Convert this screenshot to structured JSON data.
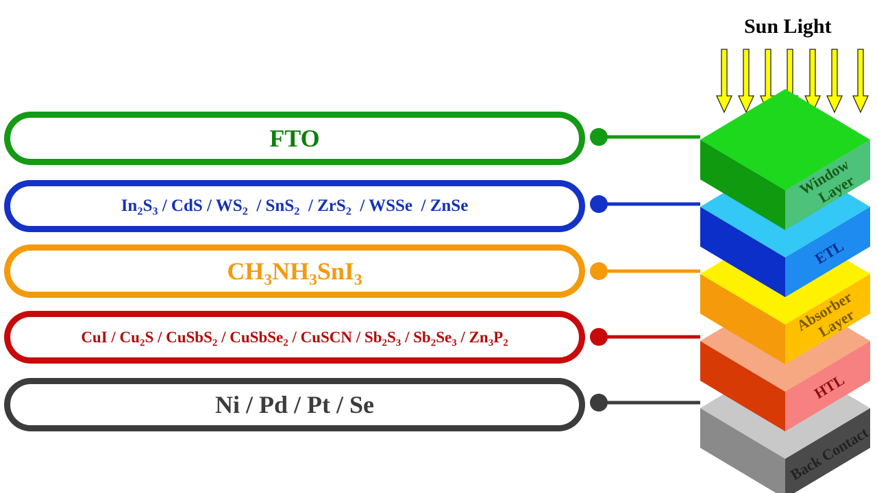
{
  "sun_light_label": "Sun Light",
  "layers": [
    {
      "id": "window",
      "label_html": "FTO",
      "stack_label_line1": "Window",
      "stack_label_line2": "Layer",
      "color": "#149A14",
      "top_color": "#1ED81E",
      "left_color": "#0F9A0F",
      "right_color": "#4CC27A",
      "text_color": "#0F7F0F"
    },
    {
      "id": "etl",
      "label_html": "In<sub>2</sub>S<sub>3</sub> / CdS / WS<sub>2</sub>&nbsp; / SnS<sub>2</sub>&nbsp; / ZrS<sub>2</sub>&nbsp; / WSSe&nbsp; / ZnSe",
      "stack_label_line1": "ETL",
      "stack_label_line2": "",
      "color": "#1432C8",
      "top_color": "#33C8F5",
      "left_color": "#0B2FC8",
      "right_color": "#1E8BF0",
      "text_color": "#1432B4"
    },
    {
      "id": "absorber",
      "label_html": "CH<sub>3</sub>NH<sub>3</sub>SnI<sub>3</sub>",
      "stack_label_line1": "Absorber",
      "stack_label_line2": "Layer",
      "color": "#F59A0A",
      "top_color": "#FFF200",
      "left_color": "#F59A0A",
      "right_color": "#FFC000",
      "text_color": "#F59A0A"
    },
    {
      "id": "htl",
      "label_html": "CuI / Cu<sub>2</sub>S / CuSbS<sub>2</sub> / CuSbSe<sub>2</sub> / CuSCN / Sb<sub>2</sub>S<sub>3</sub> / Sb<sub>2</sub>Se<sub>3</sub> / Zn<sub>3</sub>P<sub>2</sub>",
      "stack_label_line1": "HTL",
      "stack_label_line2": "",
      "color": "#C80A0A",
      "top_color": "#F5A882",
      "left_color": "#D73A05",
      "right_color": "#F78080",
      "text_color": "#B40A0A"
    },
    {
      "id": "back",
      "label_html": "Ni / Pd / Pt / Se",
      "stack_label_line1": "Back Contact",
      "stack_label_line2": "",
      "color": "#3C3C3C",
      "top_color": "#C8C8C8",
      "left_color": "#8A8A8A",
      "right_color": "#4A4A4A",
      "text_color": "#3C3C3C"
    }
  ]
}
